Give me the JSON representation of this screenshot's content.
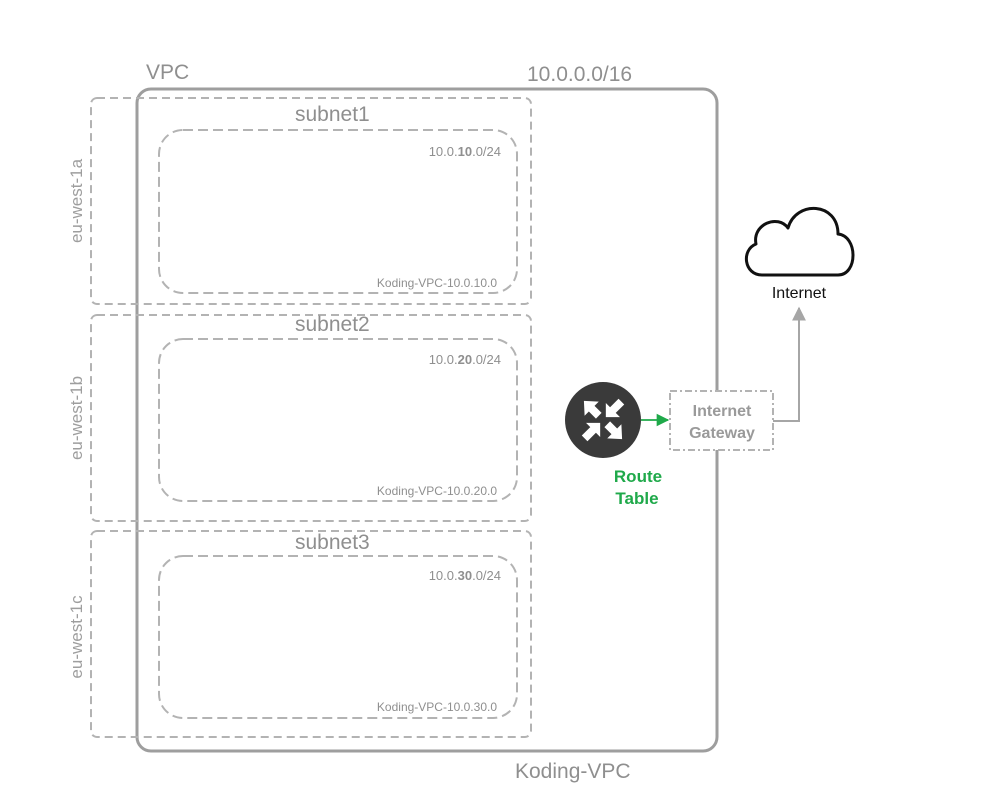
{
  "vpc": {
    "label": "VPC",
    "cidr": "10.0.0.0/16",
    "name": "Koding-VPC"
  },
  "zones": [
    {
      "az": "eu-west-1a",
      "subnet": "subnet1",
      "cidr_prefix": "10.0.",
      "cidr_octet": "10",
      "cidr_suffix": ".0/24",
      "name": "Koding-VPC-10.0.10.0"
    },
    {
      "az": "eu-west-1b",
      "subnet": "subnet2",
      "cidr_prefix": "10.0.",
      "cidr_octet": "20",
      "cidr_suffix": ".0/24",
      "name": "Koding-VPC-10.0.20.0"
    },
    {
      "az": "eu-west-1c",
      "subnet": "subnet3",
      "cidr_prefix": "10.0.",
      "cidr_octet": "30",
      "cidr_suffix": ".0/24",
      "name": "Koding-VPC-10.0.30.0"
    }
  ],
  "route_table": {
    "line1": "Route",
    "line2": "Table"
  },
  "gateway": {
    "line1": "Internet",
    "line2": "Gateway"
  },
  "internet": {
    "label": "Internet"
  },
  "colors": {
    "outline": "#9e9e9e",
    "dashed": "#b3b3b3",
    "route_table_text": "#1fa94a",
    "arrow_green": "#1fa94a",
    "arrow_gray": "#a6a6a6",
    "router_fill": "#3a3a3a",
    "cloud_stroke": "#111111"
  },
  "icons": {
    "router": "router-icon",
    "cloud": "cloud-icon"
  }
}
